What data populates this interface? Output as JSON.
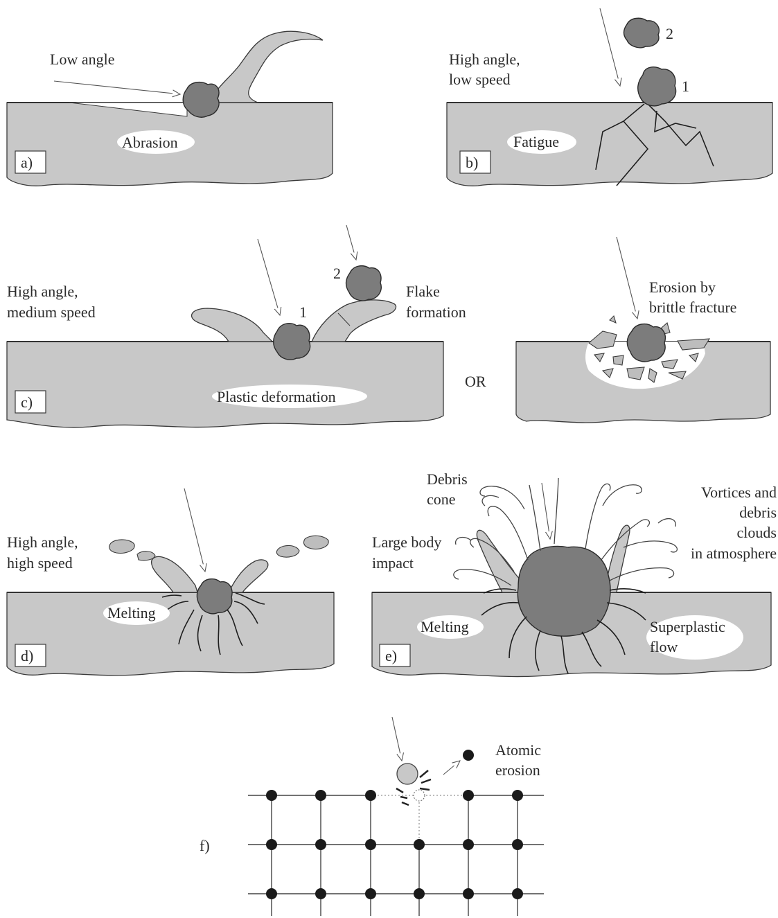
{
  "panels": {
    "a": {
      "tag": "a)",
      "angle_label": "Low angle",
      "mechanism": "Abrasion"
    },
    "b": {
      "tag": "b)",
      "angle_label_1": "High angle,",
      "angle_label_2": "low speed",
      "mechanism": "Fatigue",
      "particle_1": "1",
      "particle_2": "2"
    },
    "c": {
      "tag": "c)",
      "angle_label_1": "High angle,",
      "angle_label_2": "medium speed",
      "flake_1": "Flake",
      "flake_2": "formation",
      "mechanism": "Plastic deformation",
      "particle_1": "1",
      "particle_2": "2"
    },
    "or_label": "OR",
    "c_alt": {
      "erosion_1": "Erosion by",
      "erosion_2": "brittle fracture"
    },
    "d": {
      "tag": "d)",
      "angle_label_1": "High angle,",
      "angle_label_2": "high speed",
      "mechanism": "Melting"
    },
    "e": {
      "tag": "e)",
      "debris_1": "Debris",
      "debris_2": "cone",
      "impact_1": "Large body",
      "impact_2": "impact",
      "vort_1": "Vortices and",
      "vort_2": "debris",
      "vort_3": "clouds",
      "vort_4": "in atmosphere",
      "melting": "Melting",
      "superplastic_1": "Superplastic",
      "superplastic_2": "flow"
    },
    "f": {
      "tag": "f)",
      "atomic_1": "Atomic",
      "atomic_2": "erosion"
    }
  },
  "colors": {
    "substrate": "#c8c8c8",
    "particle": "#7c7c7c",
    "atom": "#1a1a1a"
  }
}
